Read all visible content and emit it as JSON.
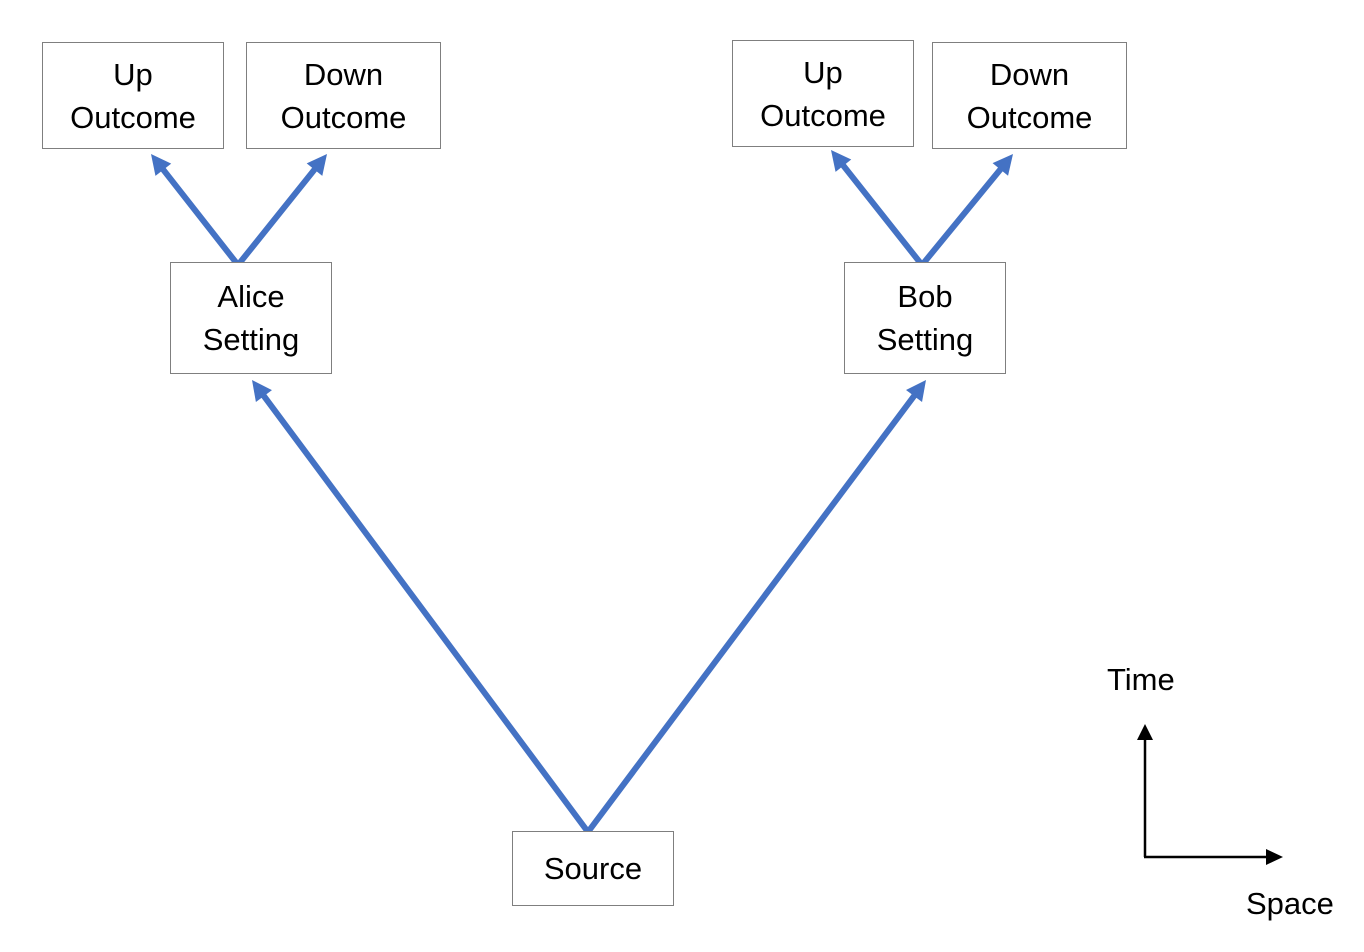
{
  "colors": {
    "arrow": "#4472c4",
    "axis": "#000000",
    "box_border": "#7f7f7f"
  },
  "nodes": {
    "alice_up": {
      "line1": "Up",
      "line2": "Outcome"
    },
    "alice_down": {
      "line1": "Down",
      "line2": "Outcome"
    },
    "bob_up": {
      "line1": "Up",
      "line2": "Outcome"
    },
    "bob_down": {
      "line1": "Down",
      "line2": "Outcome"
    },
    "alice_setting": {
      "line1": "Alice",
      "line2": "Setting"
    },
    "bob_setting": {
      "line1": "Bob",
      "line2": "Setting"
    },
    "source": {
      "line1": "Source"
    }
  },
  "edges": [
    {
      "from": "source",
      "to": "alice_setting"
    },
    {
      "from": "source",
      "to": "bob_setting"
    },
    {
      "from": "alice_setting",
      "to": "alice_up"
    },
    {
      "from": "alice_setting",
      "to": "alice_down"
    },
    {
      "from": "bob_setting",
      "to": "bob_up"
    },
    {
      "from": "bob_setting",
      "to": "bob_down"
    }
  ],
  "axes": {
    "vertical_label": "Time",
    "horizontal_label": "Space"
  }
}
